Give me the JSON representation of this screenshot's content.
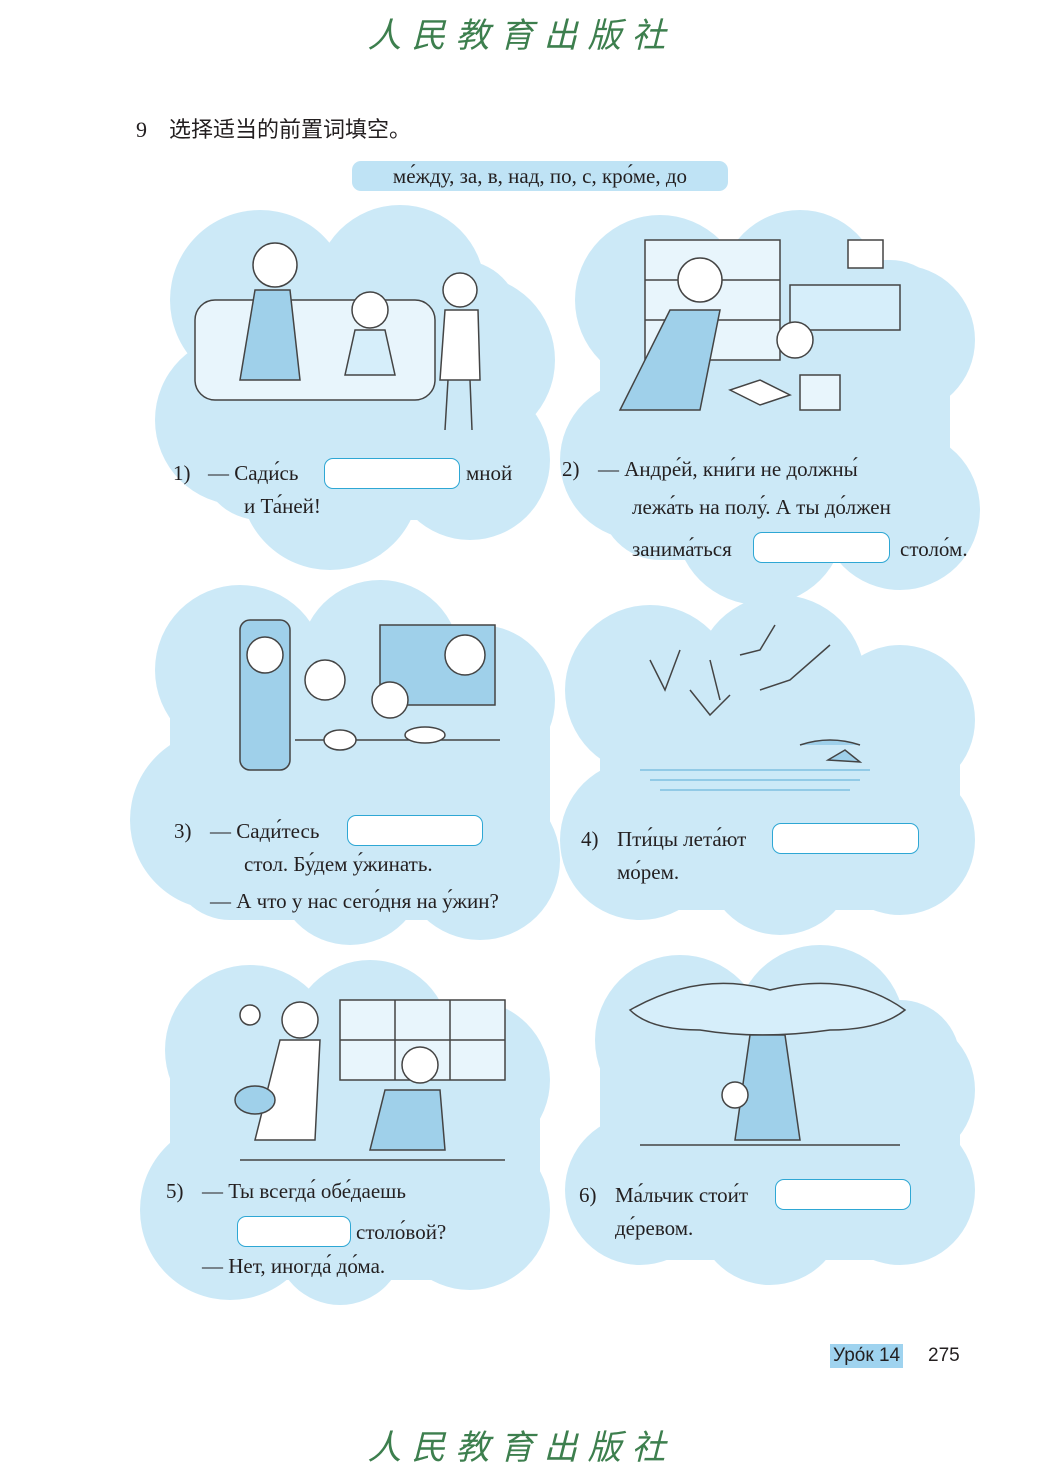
{
  "publisher_logo": "人民教育出版社",
  "task": {
    "number": "9",
    "instruction": "选择适当的前置词填空。"
  },
  "prepositions": "ме́жду, за, в, над, по, с, кро́ме, до",
  "exercises": [
    {
      "num": "1)",
      "lines": [
        "— Сади́сь",
        "мной",
        "и Та́ней!"
      ]
    },
    {
      "num": "2)",
      "lines": [
        "— Андре́й, кни́ги не должны́",
        "лежа́ть на полу́. А ты до́лжен",
        "занима́ться",
        "столо́м."
      ]
    },
    {
      "num": "3)",
      "lines": [
        "— Сади́тесь",
        "стол. Бу́дем у́жинать.",
        "— А что у нас сего́дня на  у́жин?"
      ]
    },
    {
      "num": "4)",
      "lines": [
        "Пти́цы лета́ют",
        "мо́рем."
      ]
    },
    {
      "num": "5)",
      "lines": [
        "— Ты всегда́ обе́даешь",
        "столо́вой?",
        "— Нет, иногда́ до́ма."
      ]
    },
    {
      "num": "6)",
      "lines": [
        "Ма́льчик стои́т",
        "де́ревом."
      ]
    }
  ],
  "footer": {
    "lesson": "Уро́к 14",
    "page": "275"
  },
  "colors": {
    "cloud": "#cce9f7",
    "blank_border": "#2ea7d4",
    "logo": "#3d7f4e",
    "label_bg": "#9fd3ef"
  }
}
